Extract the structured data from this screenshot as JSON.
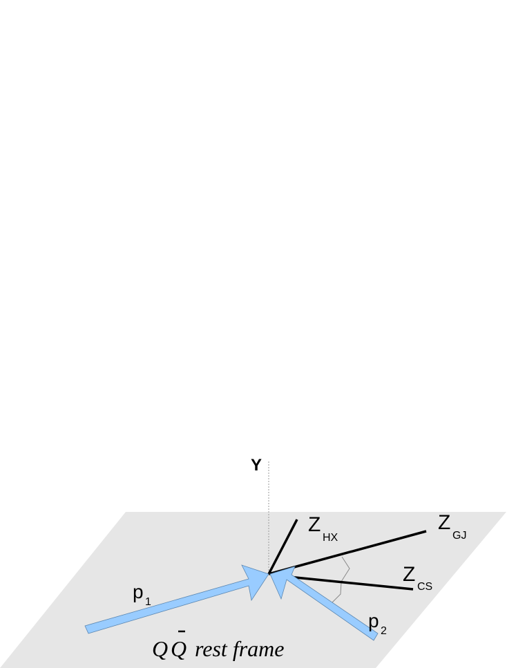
{
  "diagram": {
    "plane_label": {
      "q": "Q",
      "qbar": "Q",
      "rest": " rest frame"
    },
    "axes": {
      "y": {
        "label": "Y"
      },
      "z_hx": {
        "label": "Z",
        "sub": "HX"
      },
      "z_gj": {
        "label": "Z",
        "sub": "GJ"
      },
      "z_cs": {
        "label": "Z",
        "sub": "CS"
      }
    },
    "momenta": {
      "p1": {
        "label": "p",
        "sub": "1"
      },
      "p2": {
        "label": "p",
        "sub": "2"
      }
    },
    "colors": {
      "plane": "#e6e6e6",
      "arrow_fill": "#99ccff",
      "arrow_stroke": "#5a86b0",
      "axis": "#000000",
      "y_axis_dashed": "#999999",
      "angle_arc": "#888888"
    }
  }
}
